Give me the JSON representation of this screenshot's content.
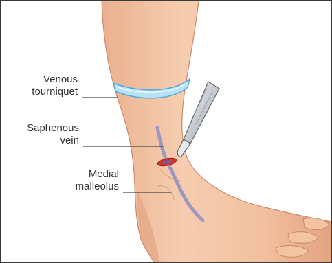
{
  "labels": {
    "tourniquet": [
      "Venous",
      "tourniquet"
    ],
    "vein": [
      "Saphenous",
      "vein"
    ],
    "malleolus": [
      "Medial",
      "malleolus"
    ]
  },
  "colors": {
    "skin": "#f3c4a2",
    "skin_shadow": "#e2a27f",
    "outline": "#b77a5a",
    "tourniquet": "#a9dbf5",
    "tourniquet_edge": "#4fa9de",
    "vein": "#8c8fc4",
    "incision": "#d8322c",
    "scalpel": "#cfd3d8",
    "leader_line": "#444444"
  }
}
